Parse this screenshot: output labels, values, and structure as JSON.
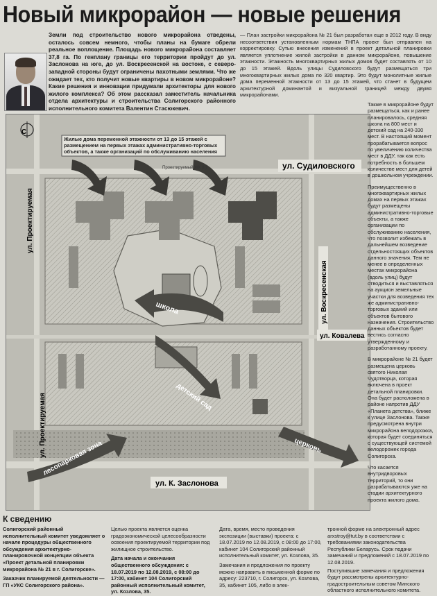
{
  "headline": "Новый микрорайон — новые решения",
  "intro": {
    "text": "Земли под строительство нового микрорайона отведены, осталось совсем немного, чтобы планы на бумаге обрели реальное воплощение. Площадь нового микрорайона составляет 37,8 га. По генплану границы его территории пройдут до ул. Заслонова на юге, до ул. Воскресенской на востоке, с северо-западной стороны будут ограничены пахотными землями. Что же ожидает тех, кто получит новые квартиры в новом микрорайоне? Какие решения и инновации придумали архитекторы для нового жилого комплекса? Об этом рассказал заместитель начальника отдела архитектуры и строительства Солигорского районного исполнительного комитета Валентин Стасюкевич."
  },
  "column_a": {
    "text": "— План застройки микрорайона № 21 был разработан еще в 2012 году. В виду несоответствия установленным нормам ТНПА проект был отправлен на корректировку. Сутью внесения изменений в проект детальной планировки является уплотнение жилой застройки в данном микрорайоне, повышение этажности. Этажность многоквартирных жилых домов будет составлять от 10 до 15 этажей. Вдоль улицы Судиловского будут размещаться три многоквартирных жилых дома по 320 квартир. Это будут монолитные жилые дома переменной этажности от 13 до 15 этажей, что станет в будущем архитектурной доминантой и визуальной границей между двумя микрорайонами."
  },
  "map": {
    "north_label": "С",
    "callout": "Жилые дома переменной этажности от 13 до 15 этажей с размещением на первых этажах административно-торговых объектов, а также организаций по обслуживанию населения",
    "small_label": "Проектируемый ЖК (II)",
    "streets": {
      "sudilovskogo": "ул. Судиловского",
      "proekt1": "ул. Проектируемая",
      "voskresenskaya": "ул. Воскресенская",
      "kovaleva": "ул. Ковалева",
      "proekt2": "ул. Проектируемая",
      "zaslonova": "ул. К. Заслонова"
    },
    "arrows": {
      "school": "школа",
      "kindergarten": "детский сад",
      "park": "лесопарковая зона",
      "church": "церковь"
    }
  },
  "side": {
    "p1": "Также в микрорайоне будут размещаться, как и ранее планировалось, средняя школа на 800 мест и детский сад на 240-330 мест. В настоящий момент прорабатывается вопрос по увеличению количества мест в ДДУ, так как есть потребность в большем количестве мест для детей в дошкольном учреждении.",
    "p2": "Преимущественно в многоквартирных жилых домах на первых этажах будут размещены административно-торговые объекты, а также организации по обслуживанию населения, что позволит избежать в дальнейшем возведение отдельностоящих объектов данного значения. Тем не менее в определенных местах микрорайона (вдоль улиц) будут отводиться и выставляться на аукцион земельные участки для возведения тех же административно-торговых зданий или объектов бытового назначения. Строительство данных объектов будет вестись согласно утвержденному и разработанному проекту.",
    "p3": "В микрорайоне № 21 будет размещена церковь святого Николая Чудотворца, которая включена в проект детальной планировки. Она будет расположена в районе напротив ДДУ «Планета детства», ближе к улице Заслонова. Также предусмотрена внутри микрорайона велодорожка, которая будет соединяться с существующей системой велодорожек города Солигорска.",
    "p4": "Что касается внутридворовых территорий, то они разрабатываются уже на стадии архитектурного проекта жилого дома."
  },
  "box": {
    "title": "К сведению",
    "col1": "Солигорский районный исполнительный комитет уведомляет о начале процедуры общественного обсуждения архитектурно-планировочной концепции объекта «Проект детальной планировки микрорайона № 21 в г. Солигорске».",
    "col1b": "Заказчик планируемой деятельности — ГП «УКС Солигорского района».",
    "col2": "Целью проекта является оценка градоэкономической целесообразности освоения проектируемой территории под жилищное строительство.",
    "col2b": "Дата начала и окончания общественного обсуждения: с 18.07.2019 по 12.08.2019, с 08:00 до 17:00, кабинет 104 Солигорский районный исполнительный комитет, ул. Козлова, 35.",
    "col3": "Дата, время, место проведения экспозиции (выставки) проекта: с 18.07.2019 по 12.08.2019, с 08:00 до 17:00, кабинет 104 Солигорский районный исполнительный комитет, ул. Козлова, 35.",
    "col3b": "Замечания и предложения по проекту можно направить в письменной форме по адресу: 223710, г. Солигорск, ул. Козлова, 35, кабинет 105, либо в элек-",
    "col4": "тронной форме на электронный адрес arxstroy@tut.by в соответствии с требованиями законодательства Республики Беларусь. Срок подачи замечаний и предложений с 18.07.2019 по 12.08.2019.",
    "col4b": "Поступившие замечания и предложения будут рассмотрены архитектурно-градостроительным советом Минского областного исполнительного комитета."
  }
}
